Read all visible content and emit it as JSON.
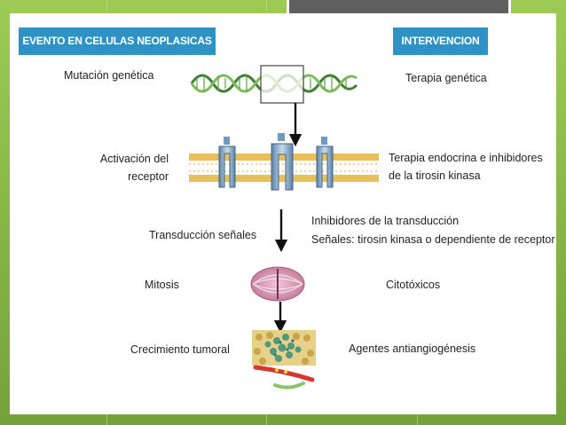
{
  "header": {
    "left": "EVENTO EN CELULAS NEOPLASICAS",
    "right": "INTERVENCION"
  },
  "events": {
    "mutation": "Mutación genética",
    "activation_line1": "Activación del",
    "activation_line2": "receptor",
    "transduction": "Transducción señales",
    "mitosis": "Mitosis",
    "growth": "Crecimiento tumoral"
  },
  "interventions": {
    "gene_therapy": "Terapia genética",
    "endocrine_line1": "Terapia endocrina e inhibidores",
    "endocrine_line2": "de la tirosin kinasa",
    "transduction_inhib_line1": "Inhibidores de la transducción",
    "transduction_inhib_line2": "Señales: tirosin kinasa o dependiente de receptor",
    "cytotoxic": "Citotóxicos",
    "antiangiogenic": "Agentes antiangiogénesis"
  },
  "colors": {
    "header_bg": "#2e93c4",
    "slide_bg": "#8ab84a",
    "dna_green": "#4f8f3a",
    "membrane_yellow": "#e8c05a",
    "receptor_blue": "#8fb6d6"
  },
  "icons": {
    "dna": "dna-helix-icon",
    "membrane": "cell-membrane-icon",
    "mitosis": "mitotic-spindle-icon",
    "tumor": "tumor-tissue-icon"
  }
}
